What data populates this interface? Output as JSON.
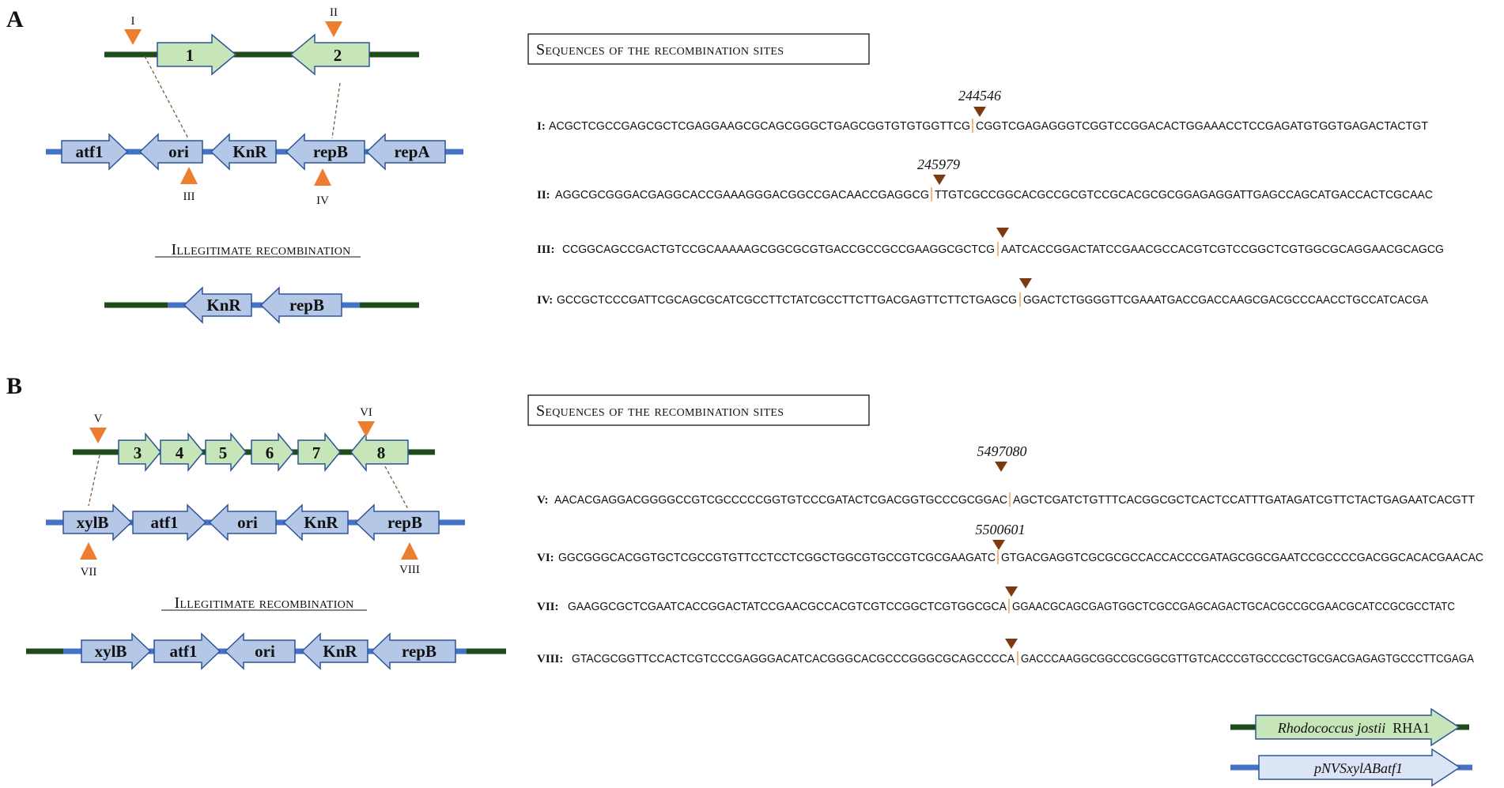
{
  "panels": [
    {
      "letter": "A",
      "roman_arrows": [
        "I",
        "II",
        "III",
        "IV"
      ],
      "host_genes": [
        "1",
        "2"
      ],
      "plasmid_genes": [
        "atf1",
        "ori",
        "KnR",
        "repB",
        "repA"
      ],
      "recombination_title": "Illegitimate recombination",
      "product_genes": [
        "KnR",
        "repB"
      ],
      "sequences_title": "Sequences of the recombination sites",
      "sites": [
        {
          "label": "I:",
          "left": "ACGCTCGCCGAGCGCTCGAGGAAGCGCAGCGGGCTGAGCGGTGTGTGGTTCG",
          "right": "CGGTCGAGAGGGTCGGTCCGGACACTGGAAACCTCCGAGATGTGGTGAGACTACTGT",
          "position": "244546"
        },
        {
          "label": "II:",
          "left": "AGGCGCGGGACGAGGCACCGAAAGGGACGGCCGACAACCGAGGCG",
          "right": "TTGTCGCCGGCACGCCGCGTCCGCACGCGCGGAGAGGATTGAGCCAGCATGACCACTCGCAAC",
          "position": "245979"
        },
        {
          "label": "III:",
          "left": "CCGGCAGCCGACTGTCCGCAAAAAGCGGCGCGTGACCGCCGCCGAAGGCGCTCG",
          "right": "AATCACCGGACTATCCGAACGCCACGTCGTCCGGCTCGTGGCGCAGGAACGCAGCG",
          "position": ""
        },
        {
          "label": "IV:",
          "left": "GCCGCTCCCGATTCGCAGCGCATCGCCTTCTATCGCCTTCTTGACGAGTTCTTCTGAGCG",
          "right": "GGACTCTGGGGTTCGAAATGACCGACCAAGCGACGCCCAACCTGCCATCACGA",
          "position": ""
        }
      ]
    },
    {
      "letter": "B",
      "roman_arrows": [
        "V",
        "VI",
        "VII",
        "VIII"
      ],
      "host_genes": [
        "3",
        "4",
        "5",
        "6",
        "7",
        "8"
      ],
      "plasmid_genes": [
        "xylB",
        "atf1",
        "ori",
        "KnR",
        "repB"
      ],
      "recombination_title": "Illegitimate recombination",
      "product_genes": [
        "xylB",
        "atf1",
        "ori",
        "KnR",
        "repB"
      ],
      "sequences_title": "Sequences of the recombination sites",
      "sites": [
        {
          "label": "V:",
          "left": "AACACGAGGACGGGGCCGTCGCCCCCGGTGTCCCGATACTCGACGGTGCCCGCGGAC",
          "right": "AGCTCGATCTGTTTCACGGCGCTCACTCCATTTGATAGATCGTTCTACTGAGAATCACGTT",
          "position": "5497080"
        },
        {
          "label": "VI:",
          "left": "GGCGGGCACGGTGCTCGCCGTGTTCCTCCTCGGCTGGCGTGCCGTCGCGAAGATC",
          "right": "GTGACGAGGTCGCGCGCCACCACCCGATAGCGGCGAATCCGCCCCGACGGCACACGAACAC",
          "position": "5500601"
        },
        {
          "label": "VII:",
          "left": "GAAGGCGCTCGAATCACCGGACTATCCGAACGCCACGTCGTCCGGCTCGTGGCGCA",
          "right": "GGAACGCAGCGAGTGGCTCGCCGAGCAGACTGCACGCCGCGAACGCATCCGCGCCTATC",
          "position": ""
        },
        {
          "label": "VIII:",
          "left": "GTACGCGGTTCCACTCGTCCCGAGGGACATCACGGGCACGCCCGGGCGCAGCCCCA",
          "right": "GACCCAAGGCGGCCGCGGCGTTGTCACCCGTGCCCGCTGCGACGAGAGTGCCCTTCGAGA",
          "position": ""
        }
      ]
    }
  ],
  "legend": {
    "host_organism_italic": "Rhodococcus jostii",
    "host_strain": "RHA1",
    "plasmid_name": "pNVSxylABatf1"
  },
  "colors": {
    "host_backbone": "#1f4a1a",
    "plasmid_backbone": "#4472c4",
    "host_gene_fill": "#c6e5b9",
    "plasmid_gene_fill": "#b4c7e7",
    "marker_orange": "#ed7d31",
    "marker_brown": "#7b3a12",
    "site_tick": "#e8a35a"
  }
}
